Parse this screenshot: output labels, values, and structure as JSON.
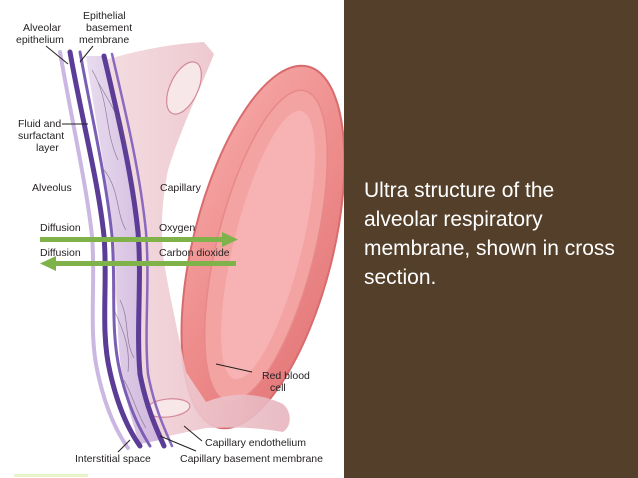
{
  "caption": "Ultra structure of the alveolar respiratory membrane, shown in cross section.",
  "labels": {
    "alveolar_epithelium": [
      "Alveolar",
      "epithelium"
    ],
    "epithelial_basement_membrane": [
      "Epithelial",
      "basement",
      "membrane"
    ],
    "fluid_surfactant": [
      "Fluid and",
      "surfactant",
      "layer"
    ],
    "alveolus": "Alveolus",
    "capillary": "Capillary",
    "diffusion_1": "Diffusion",
    "oxygen": "Oxygen",
    "diffusion_2": "Diffusion",
    "carbon_dioxide": "Carbon dioxide",
    "red_blood_cell": [
      "Red blood",
      "cell"
    ],
    "capillary_endothelium": "Capillary endothelium",
    "interstitial_space": "Interstitial space",
    "capillary_basement_membrane": "Capillary basement membrane"
  },
  "colors": {
    "caption_background": "#54402a",
    "caption_text": "#ffffff",
    "arrow": "#7fb34a",
    "membrane": "#5b3c96",
    "interstitium": "#dcc7e6",
    "red_blood_cell": "#ef8e8e"
  }
}
